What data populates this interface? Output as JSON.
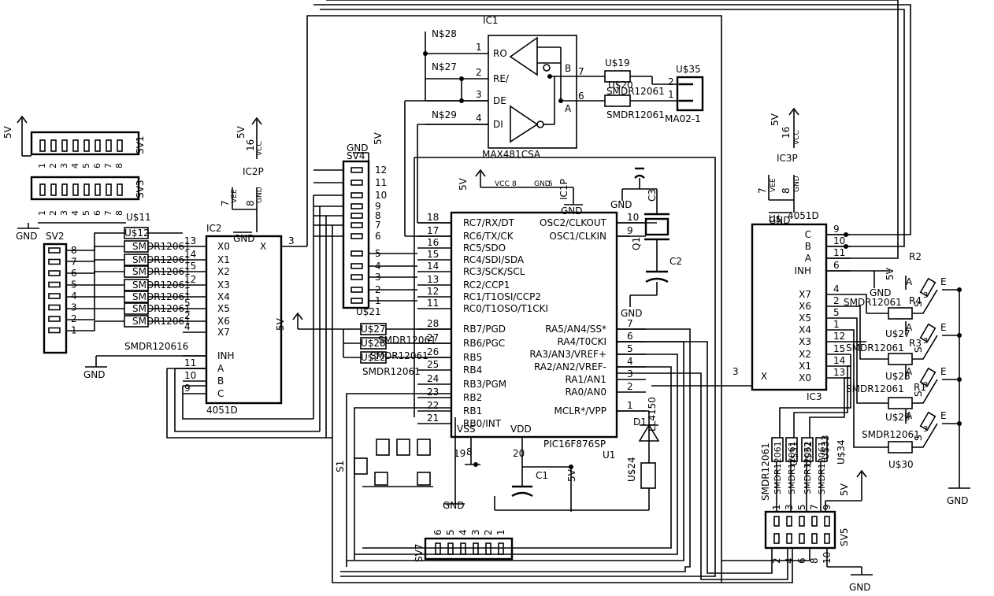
{
  "u1": {
    "name": "PIC16F876SP",
    "ref": "U1",
    "left_pins": [
      [
        "18",
        "RC7/RX/DT"
      ],
      [
        "17",
        "RC6/TX/CK"
      ],
      [
        "16",
        "RC5/SDO"
      ],
      [
        "15",
        "RC4/SDI/SDA"
      ],
      [
        "14",
        "RC3/SCK/SCL"
      ],
      [
        "13",
        "RC2/CCP1"
      ],
      [
        "12",
        "RC1/T1OSI/CCP2"
      ],
      [
        "11",
        "RC0/T1OSO/T1CKI"
      ],
      [
        "28",
        "RB7/PGD"
      ],
      [
        "27",
        "RB6/PGC"
      ],
      [
        "26",
        "RB5"
      ],
      [
        "25",
        "RB4"
      ],
      [
        "24",
        "RB3/PGM"
      ],
      [
        "23",
        "RB2"
      ],
      [
        "22",
        "RB1"
      ],
      [
        "21",
        "RB0/INT"
      ]
    ],
    "right_pins": [
      [
        "10",
        "OSC2/CLKOUT"
      ],
      [
        "9",
        "OSC1/CLKIN"
      ],
      [
        "7",
        "RA5/AN4/SS*"
      ],
      [
        "6",
        "RA4/T0CKI"
      ],
      [
        "5",
        "RA3/AN3/VREF+"
      ],
      [
        "4",
        "RA2/AN2/VREF-"
      ],
      [
        "3",
        "RA1/AN1"
      ],
      [
        "2",
        "RA0/AN0"
      ],
      [
        "1",
        "MCLR*/VPP"
      ]
    ],
    "vss": "VSS",
    "vdd": "VDD",
    "pin19": "19",
    "pin8": "8",
    "pin20": "20"
  },
  "ic1p": {
    "name": "IC1P",
    "vcc": "VCC",
    "gnd": "GND",
    "p8": "8",
    "p5": "5"
  },
  "ic1": {
    "ref": "IC1",
    "name": "MAX481CSA",
    "pins": [
      [
        "1",
        "RO"
      ],
      [
        "2",
        "RE/"
      ],
      [
        "3",
        "DE"
      ],
      [
        "4",
        "DI"
      ]
    ],
    "b": "B",
    "a": "A",
    "p7": "7",
    "p6": "6"
  },
  "nets": {
    "n28": "N$28",
    "n27": "N$27",
    "n29": "N$29"
  },
  "ic2": {
    "ref": "IC2",
    "name": "4051D",
    "pins": [
      [
        "13",
        "X0"
      ],
      [
        "14",
        "X1"
      ],
      [
        "15",
        "X2"
      ],
      [
        "12",
        "X3"
      ],
      [
        "1",
        "X4"
      ],
      [
        "5",
        "X5"
      ],
      [
        "2",
        "X6"
      ],
      [
        "4",
        "X7"
      ],
      [
        "",
        "INH"
      ],
      [
        "11",
        "A"
      ],
      [
        "10",
        "B"
      ],
      [
        "9",
        "C"
      ]
    ],
    "x": "X",
    "p3": "3"
  },
  "ic2p": {
    "ref": "IC2P",
    "vee": "VEE",
    "gnd": "GND",
    "vcc": "VCC",
    "p7": "7",
    "p8": "8",
    "p16": "16"
  },
  "ic3": {
    "ref": "IC3",
    "name": "4051D",
    "pins_r": [
      [
        "9",
        "C"
      ],
      [
        "10",
        "B"
      ],
      [
        "11",
        "A"
      ],
      [
        "6",
        "INH"
      ],
      [
        "4",
        "X7"
      ],
      [
        "2",
        "X6"
      ],
      [
        "5",
        "X5"
      ],
      [
        "1",
        "X4"
      ],
      [
        "12",
        "X3"
      ],
      [
        "15",
        "X2"
      ],
      [
        "14",
        "X1"
      ],
      [
        "13",
        "X0"
      ]
    ],
    "x": "X",
    "p3": "3",
    "u": "U$"
  },
  "ic3p": {
    "ref": "IC3P",
    "vee": "VEE",
    "gnd": "GND",
    "vcc": "VCC",
    "p7": "7",
    "p8": "8",
    "p16": "16"
  },
  "sv1": {
    "ref": "SV1",
    "pins": [
      "1",
      "2",
      "3",
      "4",
      "5",
      "6",
      "7",
      "8"
    ]
  },
  "sv3": {
    "ref": "SV3",
    "pins": [
      "1",
      "2",
      "3",
      "4",
      "5",
      "6",
      "7",
      "8"
    ]
  },
  "sv2": {
    "ref": "SV2",
    "pins": [
      "8",
      "7",
      "6",
      "5",
      "4",
      "3",
      "2",
      "1"
    ]
  },
  "sv4": {
    "ref": "SV4",
    "pins": [
      "12",
      "11",
      "10",
      "9",
      "8",
      "7",
      "6",
      "5",
      "4",
      "3",
      "2",
      "1"
    ]
  },
  "sv5": {
    "ref": "SV5",
    "top": [
      "1",
      "3",
      "5",
      "7",
      "9"
    ],
    "bot": [
      "2",
      "4",
      "6",
      "8",
      "10"
    ]
  },
  "sv7": {
    "ref": "SV7",
    "pins": [
      "6",
      "5",
      "4",
      "3",
      "2",
      "1"
    ]
  },
  "u35": {
    "ref": "U$35",
    "part": "MA02-1",
    "p2": "2",
    "p1": "1"
  },
  "res_parts": {
    "smdr": "SMDR12061",
    "smdr6": "SMDR120616"
  },
  "res_refs": {
    "u19": "U$19",
    "u20": "U$20",
    "u21": "U$21",
    "u22": "U$22",
    "u11": "U$11",
    "u12": "U$12",
    "u24": "U$24",
    "u27": "U$27",
    "u28": "U$28",
    "u29": "U$29",
    "u30": "U$30",
    "u31": "U$31",
    "u32": "U$32",
    "u33": "U$33",
    "u34": "U$34"
  },
  "pots": {
    "r1": "R1",
    "r2": "R2",
    "r3": "R3",
    "r4": "R4",
    "a": "A",
    "e": "E",
    "s": "S",
    "p3": "3"
  },
  "misc": {
    "c1": "C1",
    "c2": "C2",
    "c3": "C3",
    "q1": "Q1",
    "d1": "D1",
    "ll": "LL4150",
    "s1": "S1",
    "p5": "5V",
    "gnd": "GND",
    "p1": "1",
    "p2": "2",
    "p3": "3",
    "p4": "4",
    "p5n": "5"
  }
}
